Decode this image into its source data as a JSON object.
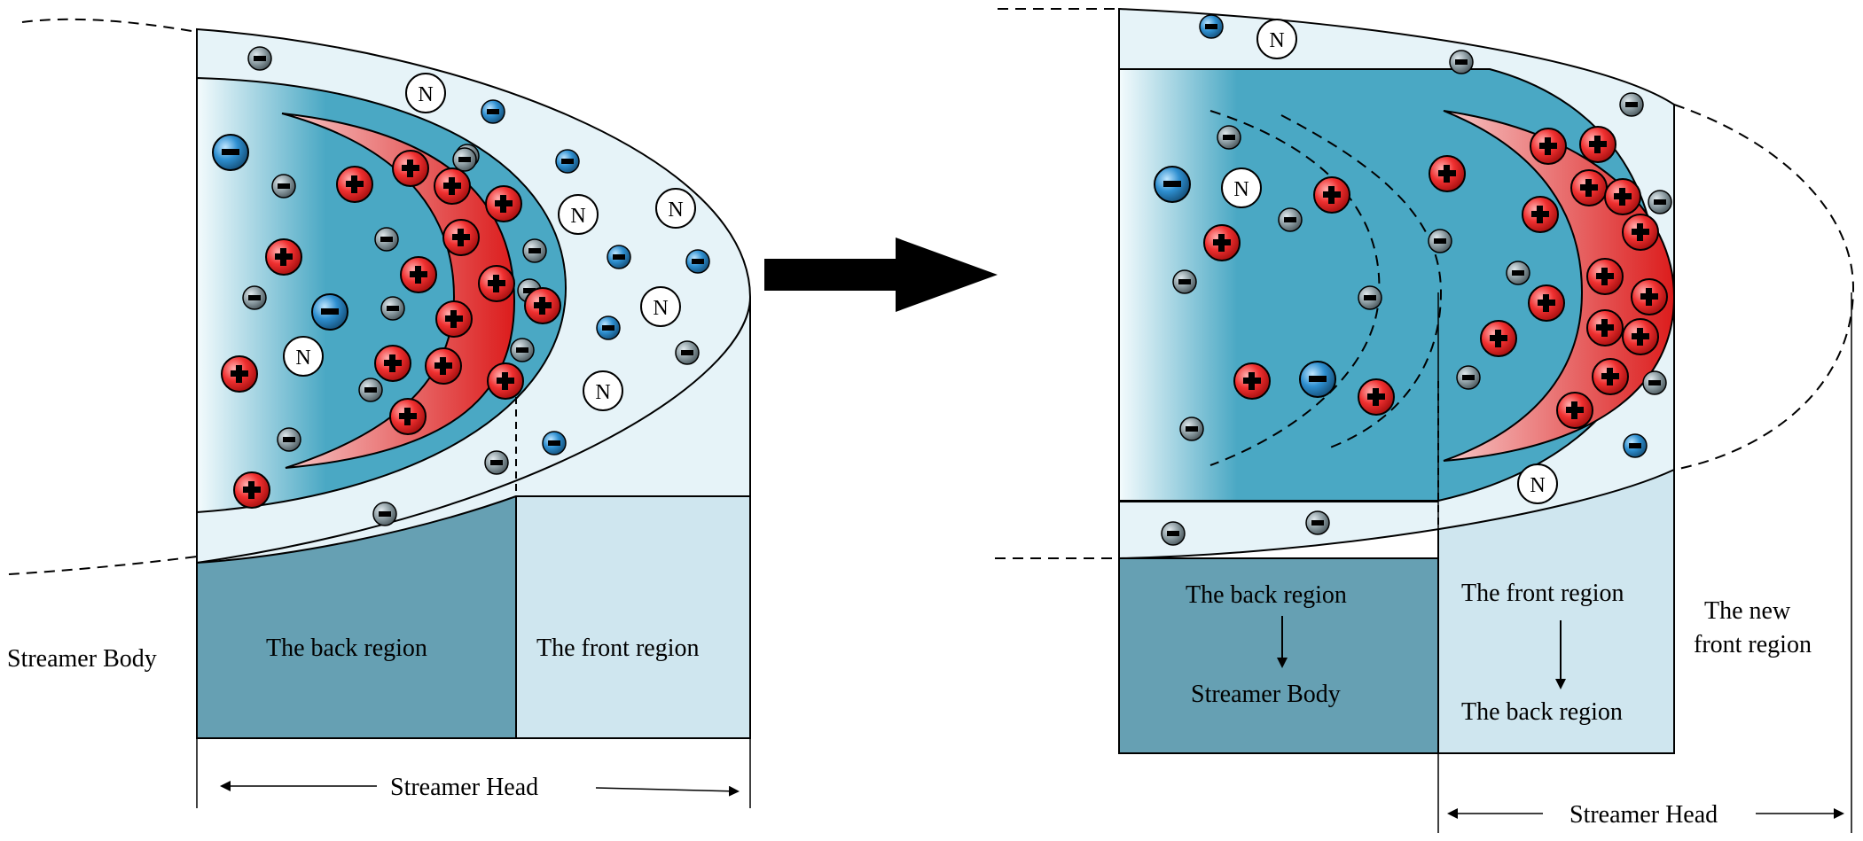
{
  "labels": {
    "left_streamer_body": "Streamer Body",
    "left_back_region": "The back region",
    "left_front_region": "The front region",
    "left_streamer_head": "Streamer Head",
    "right_back_region": "The back region",
    "right_streamer_body": "Streamer Body",
    "right_front_region": "The front region",
    "right_back_region_2": "The back region",
    "right_new_front_line1": "The  new",
    "right_new_front_line2": "front region",
    "right_streamer_head": "Streamer Head"
  },
  "particle_symbols": {
    "negative": "−",
    "positive": "+",
    "neutral": "N"
  },
  "colors": {
    "outer_layer": "#e6f3f8",
    "inner_core": "#4aa8c4",
    "back_region_box": "#66a0b3",
    "front_region_box": "#cfe6ef",
    "ion_positive": "#e02020",
    "electron_blue": "#2e8fd0",
    "electron_grey": "#8a9aa0",
    "neutral": "#ffffff"
  },
  "legend_icons": [
    "negative-ion-icon",
    "positive-ion-icon",
    "neutral-molecule-icon",
    "arrow-icon"
  ]
}
